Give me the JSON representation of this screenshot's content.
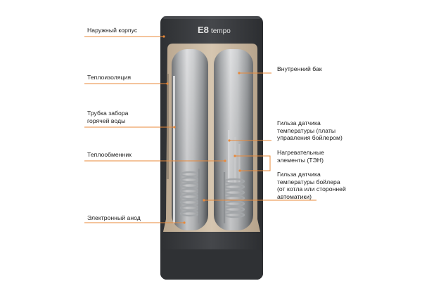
{
  "brand": {
    "logo_mark": "E8",
    "logo_word": "tempo"
  },
  "colors": {
    "leader_line": "#e8893a",
    "casing": "#3b3d40",
    "insulation": "#cbb8a0",
    "tank_metal": "#b9bbbe",
    "tank_shadow": "#6f7275",
    "coil": "#9a9da0",
    "text": "#1a1a1a"
  },
  "labels": {
    "outer_casing": "Наружный корпус",
    "insulation": "Теплоизоляция",
    "hot_water_pipe": "Трубка забора\nгорячей воды",
    "heat_exchanger": "Теплообменник",
    "anode": "Электронный анод",
    "inner_tank": "Внутренний бак",
    "sensor_sleeve_board": "Гильза датчика\nтемпературы (платы\nуправления бойлером)",
    "heating_elements": "Нагревательные\nэлементы (ТЭН)",
    "sensor_sleeve_boiler": "Гильза датчика\nтемпературы бойлера\n(от котла или сторонней\nавтоматики)"
  }
}
